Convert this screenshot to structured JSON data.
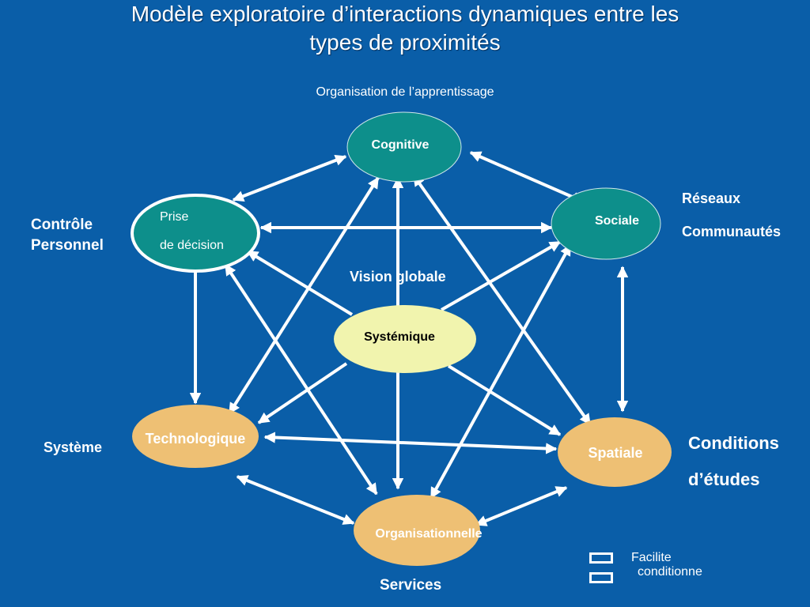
{
  "title_line1": "Modèle exploratoire d’interactions dynamiques entre les",
  "title_line2": "types de proximités",
  "subtitle": "Organisation de  l’apprentissage",
  "nodes": {
    "cognitive": "Cognitive",
    "prise_line1": "Prise",
    "prise_line2": "de décision",
    "sociale": "Sociale",
    "systemique": "Systémique",
    "technologique": "Technologique",
    "spatiale": "Spatiale",
    "organisationnelle": "Organisationnelle"
  },
  "side_labels": {
    "controle": "Contrôle",
    "personnel": "Personnel",
    "reseaux": "Réseaux",
    "communautes": "Communautés",
    "vision": "Vision globale",
    "systeme": "Système",
    "conditions": "Conditions",
    "etudes": "d’études",
    "services": "Services"
  },
  "legend": {
    "facilite": "Facilite",
    "conditionne": "conditionne"
  },
  "colors": {
    "background": "#0a5ea8",
    "teal": "#0d8f8b",
    "orange": "#eec074",
    "yellow": "#f1f4ae",
    "white": "#ffffff"
  }
}
